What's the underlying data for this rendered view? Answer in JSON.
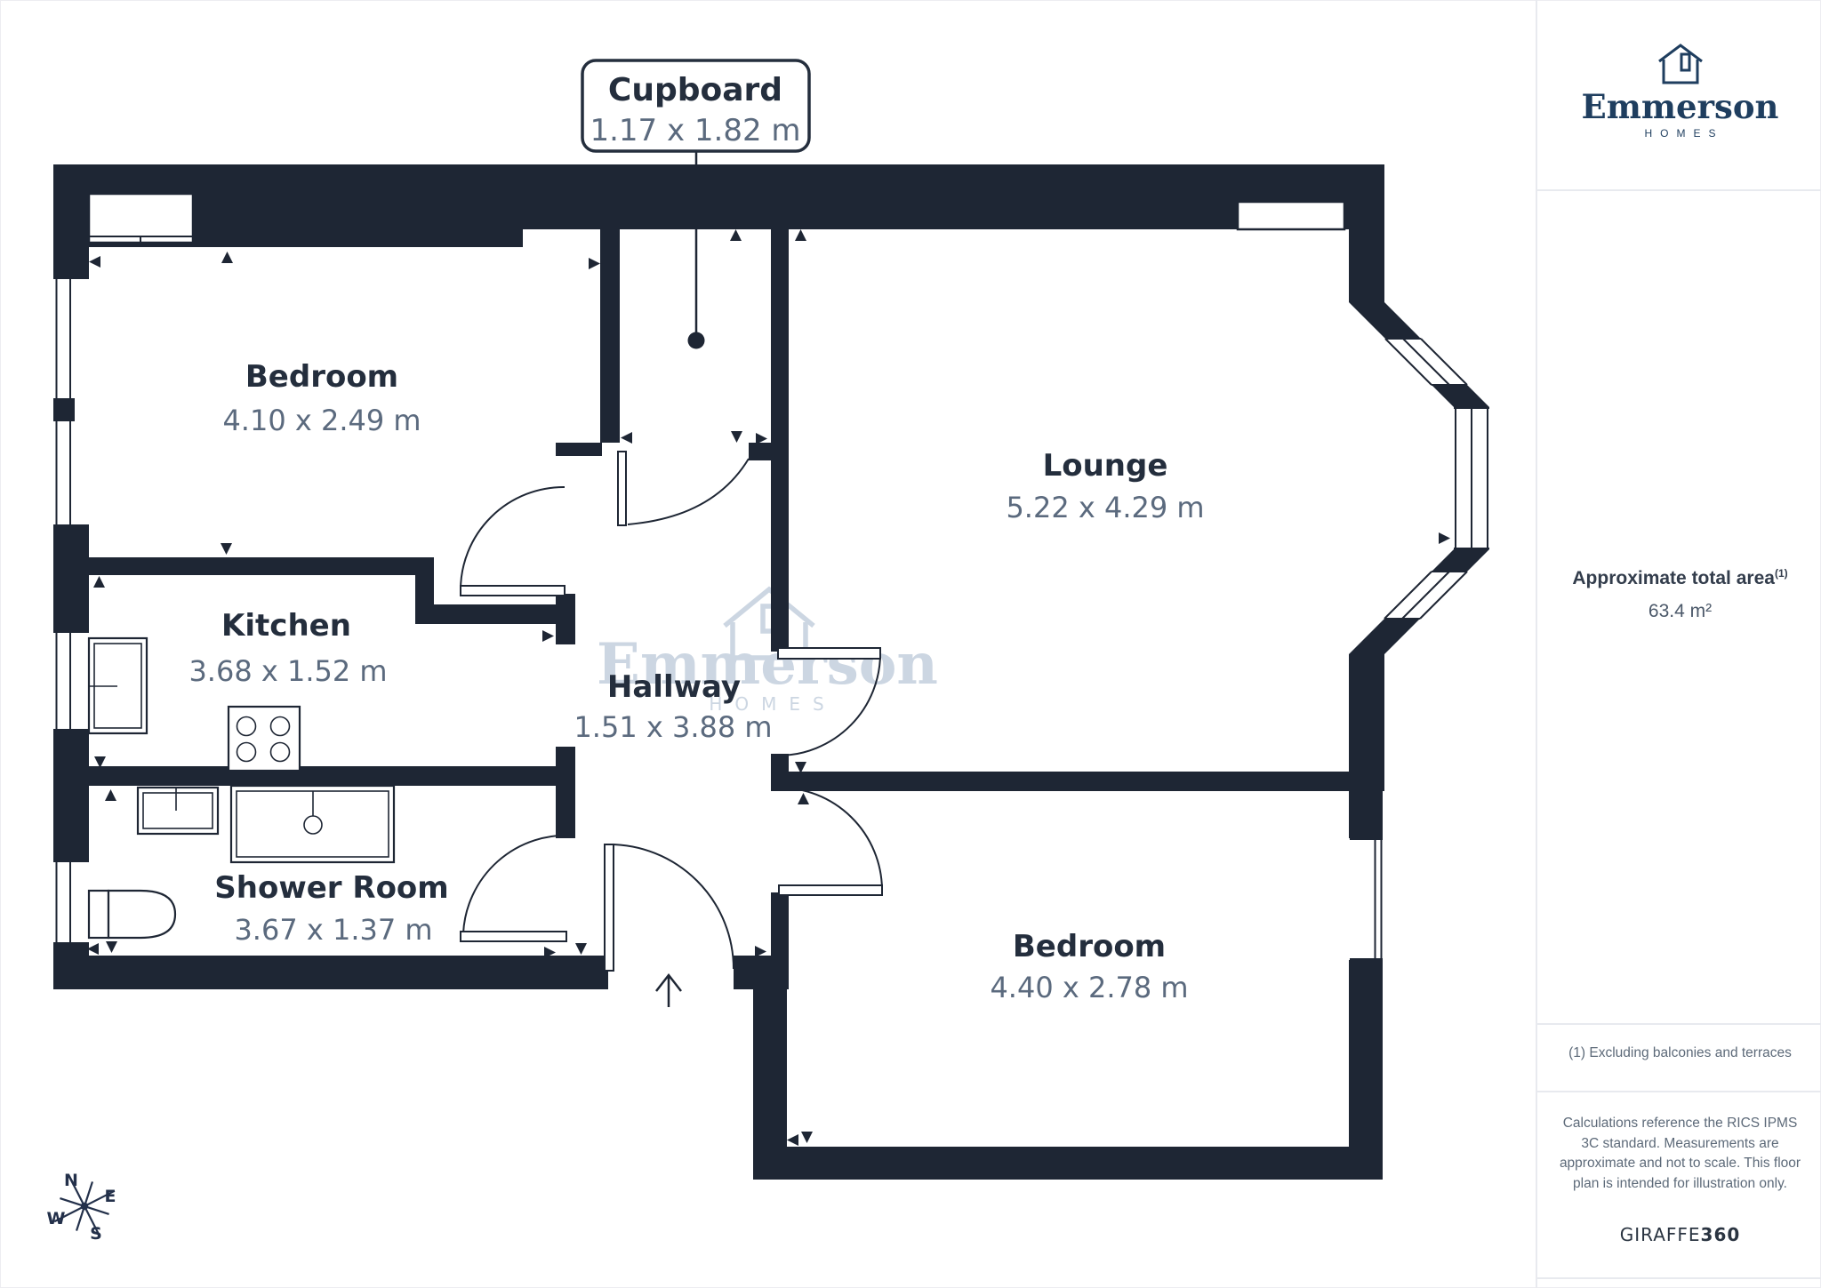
{
  "plan": {
    "cupboard": {
      "name": "Cupboard",
      "dims": "1.17 x 1.82 m"
    },
    "rooms": {
      "bedroom1": {
        "name": "Bedroom",
        "dims": "4.10 x 2.49 m"
      },
      "kitchen": {
        "name": "Kitchen",
        "dims": "3.68 x 1.52 m"
      },
      "shower": {
        "name": "Shower Room",
        "dims": "3.67 x 1.37 m"
      },
      "hallway": {
        "name": "Hallway",
        "dims": "1.51 x 3.88 m"
      },
      "lounge": {
        "name": "Lounge",
        "dims": "5.22 x 4.29 m"
      },
      "bedroom2": {
        "name": "Bedroom",
        "dims": "4.40 x 2.78 m"
      }
    },
    "compass": {
      "n": "N",
      "e": "E",
      "s": "S",
      "w": "W"
    },
    "watermark": {
      "brand": "Emmerson",
      "sub": "HOMES"
    }
  },
  "sidebar": {
    "logo": {
      "brand": "Emmerson",
      "sub": "HOMES"
    },
    "area_title": "Approximate total area",
    "area_sup": "(1)",
    "area_value": "63.4 m²",
    "footnote": "(1) Excluding balconies and terraces",
    "disclaimer": "Calculations reference the RICS IPMS 3C standard. Measurements are approximate and not to scale. This floor plan is intended for illustration only.",
    "credit_brand": "GIRAFFE",
    "credit_num": "360"
  },
  "colors": {
    "wall": "#1e2634",
    "room_name": "#242e3d",
    "dims_text": "#5b6a7e",
    "watermark": "#ccd6e2",
    "logo_navy": "#1f3e5f",
    "sidebar_text": "#5d6a79"
  }
}
